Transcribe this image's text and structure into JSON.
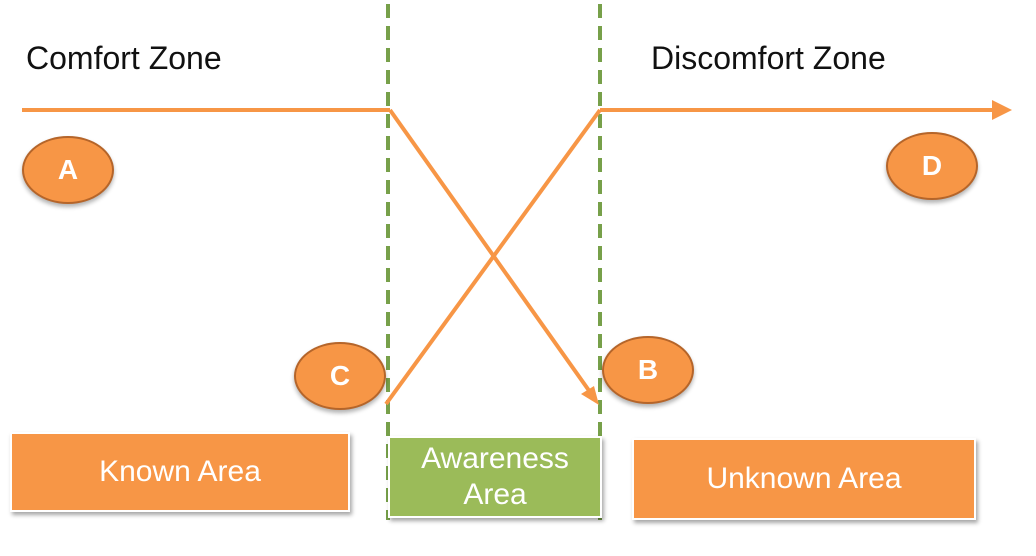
{
  "zones": {
    "comfort_label": "Comfort Zone",
    "discomfort_label": "Discomfort Zone"
  },
  "areas": {
    "known": "Known Area",
    "awareness": "Awareness\nArea",
    "unknown": "Unknown Area"
  },
  "markers": {
    "a": "A",
    "b": "B",
    "c": "C",
    "d": "D"
  },
  "colors": {
    "orange": "#f79646",
    "orange_border": "#b5652a",
    "green": "#9bbb59",
    "green_dash": "#77a04a"
  }
}
